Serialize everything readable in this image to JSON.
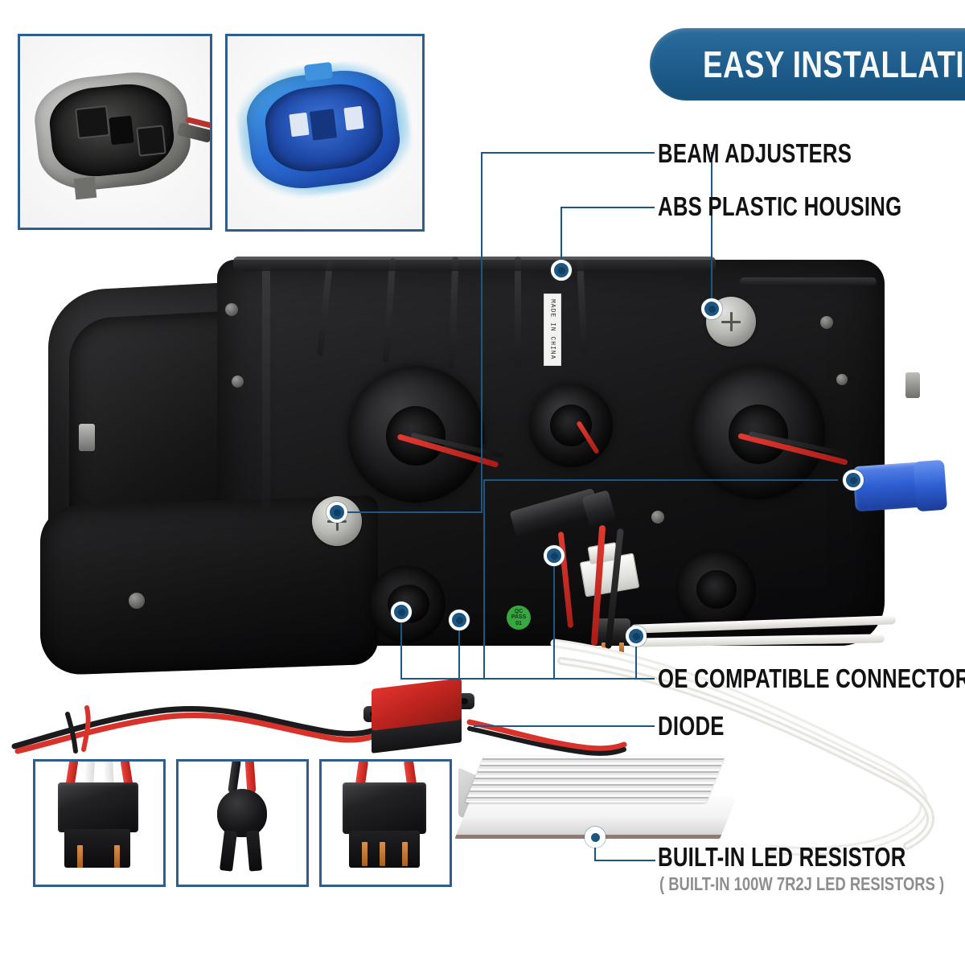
{
  "banner": {
    "text": "EASY INSTALLATION",
    "color": "#1f5c8b"
  },
  "theme": {
    "accent": "#1d5682",
    "frame_border": "#2c5f8e",
    "label_text": "#121212",
    "sub_label_text": "#8e8e8e"
  },
  "callouts": [
    {
      "id": "beam-adjusters",
      "label": "BEAM ADJUSTERS"
    },
    {
      "id": "abs-plastic-housing",
      "label": "ABS PLASTIC HOUSING"
    },
    {
      "id": "oe-compatible-connectors",
      "label": "OE COMPATIBLE CONNECTORS"
    },
    {
      "id": "diode",
      "label": "DIODE"
    },
    {
      "id": "built-in-led-resistor",
      "label": "BUILT-IN LED RESISTOR",
      "sublabel": "( BUILT-IN 100W 7R2J LED RESISTORS )"
    }
  ],
  "thumbnails_top": [
    {
      "id": "oem-gray-connector",
      "caption": ""
    },
    {
      "id": "blue-bulb-connector",
      "caption": ""
    }
  ],
  "thumbnails_bottom": [
    {
      "id": "connector-red-white-wires",
      "caption": ""
    },
    {
      "id": "connector-black-red-wires",
      "caption": ""
    },
    {
      "id": "connector-red-wires",
      "caption": ""
    }
  ],
  "product_marks": {
    "origin_label": "MADE IN CHINA",
    "qc_line1": "QC",
    "qc_line2": "PASS",
    "qc_line3": "01"
  }
}
